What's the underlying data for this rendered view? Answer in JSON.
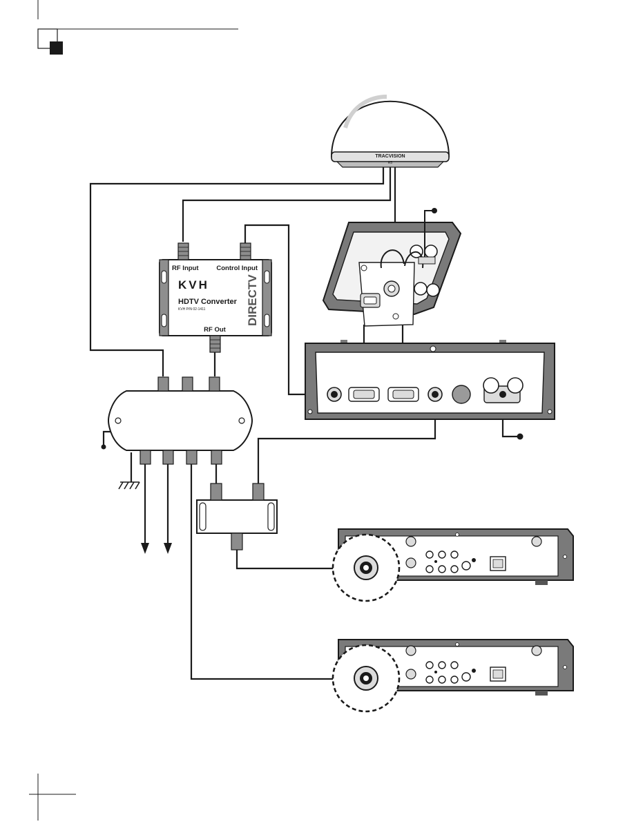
{
  "antenna": {
    "brand": "TRACVISION",
    "model": "R5"
  },
  "converter": {
    "rf_input_label": "RF Input",
    "control_input_label": "Control Input",
    "rf_out_label": "RF Out",
    "logo_text": "KVH",
    "product_name": "HDTV Converter",
    "part_number": "KVH P/N 02-1411",
    "brand_vertical": "DIRECTV"
  },
  "colors": {
    "line": "#1a1a1a",
    "device_fill": "#f2f2f2",
    "device_shade": "#7a7a7a",
    "connector": "#8c8c8c"
  }
}
